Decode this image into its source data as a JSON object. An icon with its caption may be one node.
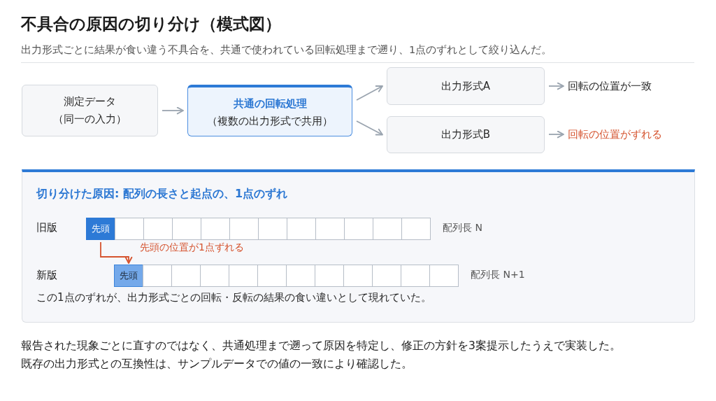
{
  "diagram": {
    "title": "不具合の原因の切り分け（模式図）",
    "nodes": [
      {
        "text": [
          "測定データ",
          "（同一の入力）"
        ]
      },
      {
        "text": [
          "共通の回転処理",
          "（複数の出力形式で共用）"
        ]
      },
      {
        "text": [
          "出力形式A"
        ]
      },
      {
        "text": [
          "出力形式B"
        ]
      },
      {
        "text": [
          "回転の位置が一致"
        ]
      },
      {
        "text": [
          "回転の位置がずれる"
        ]
      },
      {
        "text": [
          "切り分けた原因: 配列の長さと起点の、1点のずれ",
          "この1点のずれが、出力形式ごとの回転・反転の結果の食い違いとして現れていた。"
        ]
      },
      {
        "text": [
          "先頭"
        ],
        "in": 6
      },
      {
        "text": [],
        "shape": "box",
        "in": 6
      },
      {
        "text": [],
        "shape": "box",
        "in": 6
      },
      {
        "text": [],
        "shape": "box",
        "in": 6
      },
      {
        "text": [],
        "shape": "box",
        "in": 6
      },
      {
        "text": [],
        "shape": "box",
        "in": 6
      },
      {
        "text": [],
        "shape": "box",
        "in": 6
      },
      {
        "text": [],
        "shape": "box",
        "in": 6
      },
      {
        "text": [],
        "shape": "box",
        "in": 6
      },
      {
        "text": [],
        "shape": "box",
        "in": 6
      },
      {
        "text": [],
        "shape": "box",
        "in": 6
      },
      {
        "text": [],
        "shape": "box",
        "in": 6
      },
      {
        "text": [
          "先頭"
        ],
        "in": 6
      },
      {
        "text": [],
        "shape": "box",
        "in": 6
      },
      {
        "text": [],
        "shape": "box",
        "in": 6
      },
      {
        "text": [],
        "shape": "box",
        "in": 6
      },
      {
        "text": [],
        "shape": "box",
        "in": 6
      },
      {
        "text": [],
        "shape": "box",
        "in": 6
      },
      {
        "text": [],
        "shape": "box",
        "in": 6
      },
      {
        "text": [],
        "shape": "box",
        "in": 6
      },
      {
        "text": [],
        "shape": "box",
        "in": 6
      },
      {
        "text": [],
        "shape": "box",
        "in": 6
      },
      {
        "text": [],
        "shape": "box",
        "in": 6
      },
      {
        "text": [],
        "shape": "box",
        "in": 6
      }
    ],
    "edges": [
      {
        "from": 0,
        "to": 1,
        "arrow": "to"
      },
      {
        "from": 1,
        "to": 2,
        "arrow": "to"
      },
      {
        "from": 1,
        "to": 3,
        "arrow": "to"
      },
      {
        "from": 2,
        "to": 4,
        "arrow": "to"
      },
      {
        "from": 3,
        "to": 5,
        "arrow": "to"
      },
      {
        "from": 7,
        "to": 19,
        "arrow": "to",
        "label": "先頭の位置が1点ずれる",
        "color": "#d5532e"
      }
    ],
    "labels": [
      "出力形式ごとに結果が食い違う不具合を、共通で使われている回転処理まで遡り、1点のずれとして絞り込んだ。",
      "旧版",
      "配列長 N",
      "新版",
      "配列長 N+1",
      "報告された現象ごとに直すのではなく、共通処理まで遡って原因を特定し、修正の方針を3案提示したうえで実装した。",
      "既存の出力形式との互換性は、サンプルデータでの値の一致により確認した。"
    ]
  }
}
